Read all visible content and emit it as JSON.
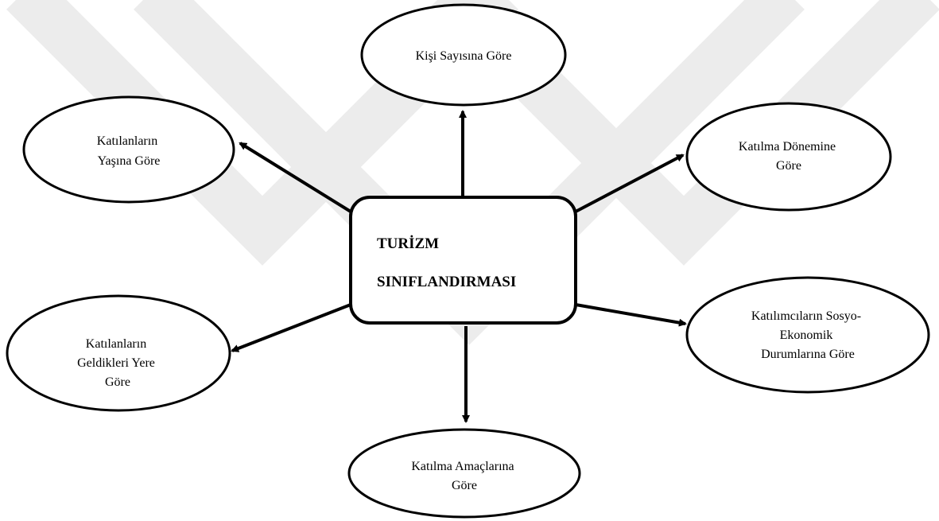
{
  "diagram": {
    "center": {
      "line1": "TURİZM",
      "line2": "SINIFLANDIRMASI"
    },
    "nodes": {
      "top": [
        "Kişi Sayısına Göre"
      ],
      "top_left": [
        "Katılanların",
        "Yaşına Göre"
      ],
      "top_right": [
        "Katılma Dönemine",
        "Göre"
      ],
      "bottom_left": [
        "Katılanların",
        "Geldikleri Yere",
        "Göre"
      ],
      "bottom_right": [
        "Katılımcıların Sosyo-",
        "Ekonomik",
        "Durumlarına Göre"
      ],
      "bottom": [
        "Katılma Amaçlarına",
        "Göre"
      ]
    }
  },
  "colors": {
    "watermark": "#ececec",
    "stroke": "#000000",
    "background": "#ffffff"
  }
}
